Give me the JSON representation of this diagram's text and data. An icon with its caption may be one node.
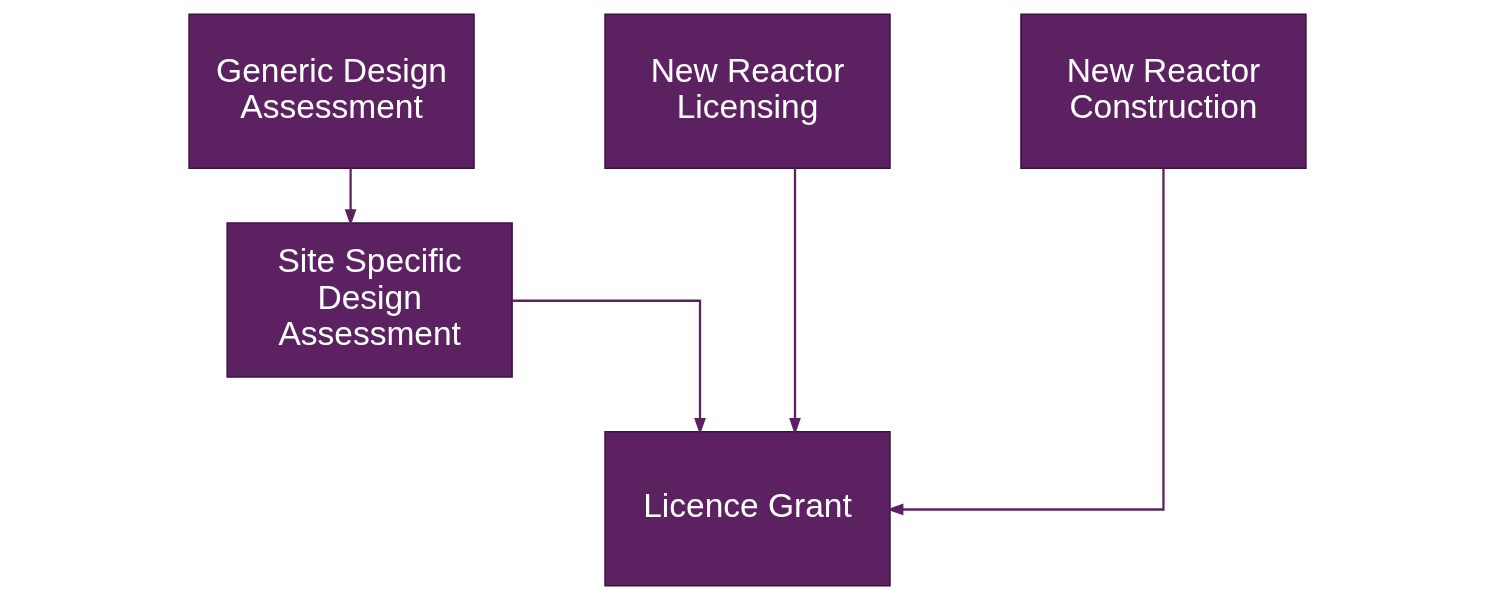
{
  "diagram": {
    "nodes": [
      {
        "text": [
          "Generic Design Assessment"
        ]
      },
      {
        "text": [
          "New Reactor Licensing"
        ]
      },
      {
        "text": [
          "New Reactor Construction"
        ]
      },
      {
        "text": [
          "Site Specific Design Assessment"
        ]
      },
      {
        "text": [
          "Licence Grant"
        ]
      }
    ],
    "edges": [
      {
        "from": 0,
        "to": 3,
        "arrow": "to"
      },
      {
        "from": 3,
        "to": 4,
        "arrow": "to"
      },
      {
        "from": 1,
        "to": 4,
        "arrow": "to"
      },
      {
        "from": 2,
        "to": 4,
        "arrow": "to"
      }
    ]
  }
}
